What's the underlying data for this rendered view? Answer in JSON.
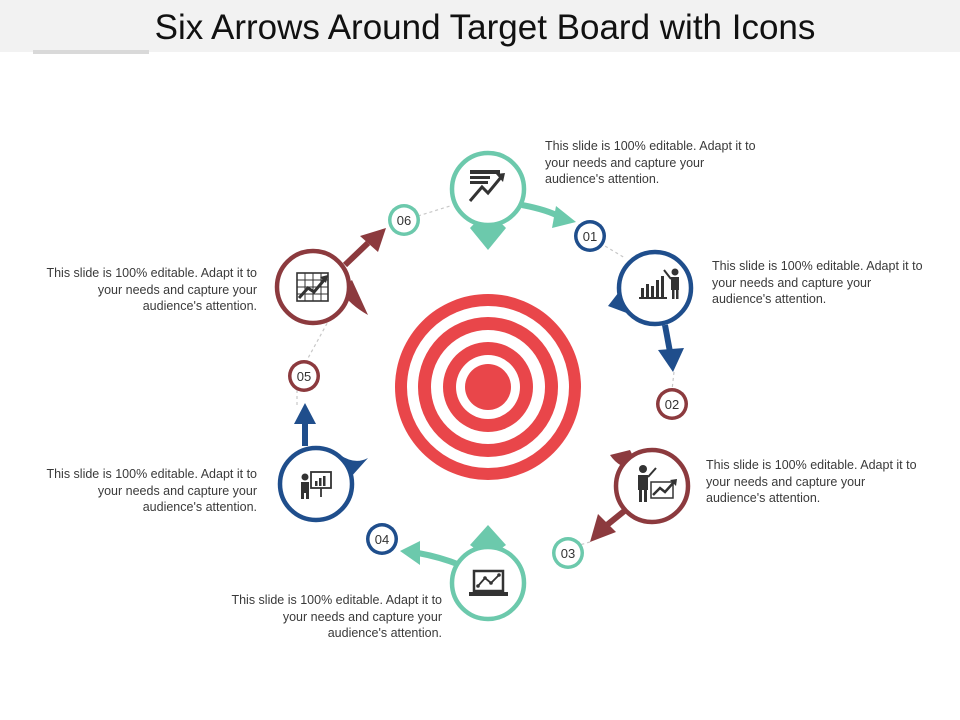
{
  "title": "Six Arrows Around Target Board with Icons",
  "steps": [
    {
      "number": "01",
      "color": "#1f4e8c",
      "icon": "business-analyst-chart-icon",
      "text": "This slide is 100% editable. Adapt it to your needs and capture your audience's attention."
    },
    {
      "number": "02",
      "color": "#8c3a3e",
      "icon": "presenter-growth-chart-icon",
      "text": "This slide is 100% editable. Adapt it to your needs and capture your audience's attention."
    },
    {
      "number": "03",
      "color": "#6cc9ac",
      "icon": "laptop-line-chart-icon",
      "text": "This slide is 100% editable. Adapt it to your needs and capture your audience's attention."
    },
    {
      "number": "04",
      "color": "#1f4e8c",
      "icon": "presentation-board-icon",
      "text": "This slide is 100% editable. Adapt it to your needs and capture your audience's attention."
    },
    {
      "number": "05",
      "color": "#8c3a3e",
      "icon": "grid-trend-chart-icon",
      "text": "This slide is 100% editable. Adapt it to your needs and capture your audience's attention."
    },
    {
      "number": "06",
      "color": "#6cc9ac",
      "icon": "trending-up-chart-icon",
      "text": "This slide is 100% editable. Adapt it to your needs and capture your audience's attention."
    }
  ],
  "target_colors": {
    "red": "#e9464a",
    "white": "#ffffff"
  }
}
